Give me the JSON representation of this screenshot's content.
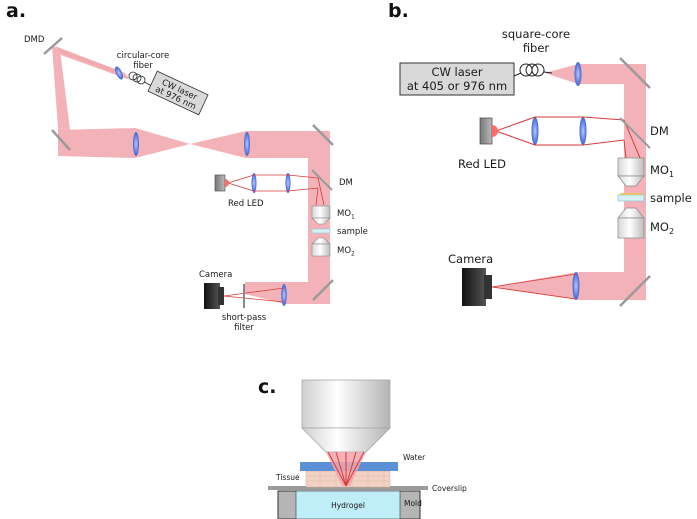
{
  "panels": {
    "a": {
      "label": "a.",
      "dmd": "DMD",
      "fiber_line1": "circular-core",
      "fiber_line2": "fiber",
      "laser_line1": "CW laser",
      "laser_line2": "at 976 nm",
      "dm": "DM",
      "red_led": "Red LED",
      "mo1": "MO",
      "mo1_sub": "1",
      "sample": "sample",
      "mo2": "MO",
      "mo2_sub": "2",
      "camera": "Camera",
      "filter_line1": "short-pass",
      "filter_line2": "filter"
    },
    "b": {
      "label": "b.",
      "fiber_line1": "square-core",
      "fiber_line2": "fiber",
      "laser_line1": "CW laser",
      "laser_line2": "at 405 or 976 nm",
      "dm": "DM",
      "red_led": "Red LED",
      "mo1": "MO",
      "mo1_sub": "1",
      "sample": "sample",
      "mo2": "MO",
      "mo2_sub": "2",
      "camera": "Camera"
    },
    "c": {
      "label": "c.",
      "water": "Water",
      "tissue": "Tissue",
      "coverslip": "Coverslip",
      "hydrogel": "Hydrogel",
      "mold": "Mold"
    }
  },
  "colors": {
    "beam": "#f2a5ab",
    "lens": "#4b6fd8",
    "ray": "#d63a3a",
    "mirror": "#9a9a9a",
    "water": "#5b8fd6",
    "tissue": "#f1d2c4",
    "hydrogel": "#bfeef7"
  }
}
